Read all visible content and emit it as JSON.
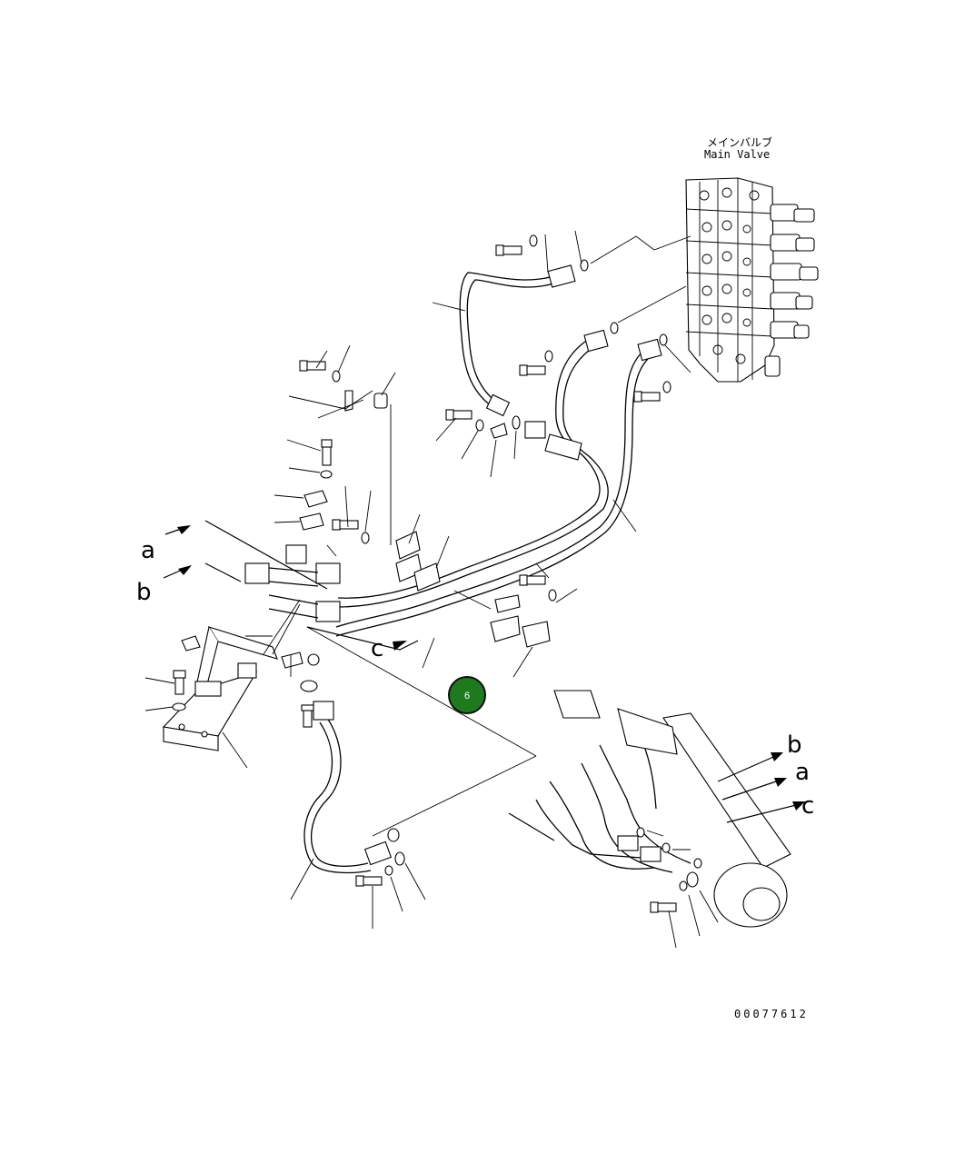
{
  "labels": {
    "main_valve_jp": "メインバルブ",
    "main_valve_en": "Main Valve",
    "drawing_number": "00077612",
    "callout_number": "6",
    "connection_a": "a",
    "connection_b": "b",
    "connection_c": "c"
  },
  "colors": {
    "line": "#000000",
    "background": "#ffffff",
    "callout_fill": "#1f7a1f",
    "callout_text": "#ffffff"
  }
}
